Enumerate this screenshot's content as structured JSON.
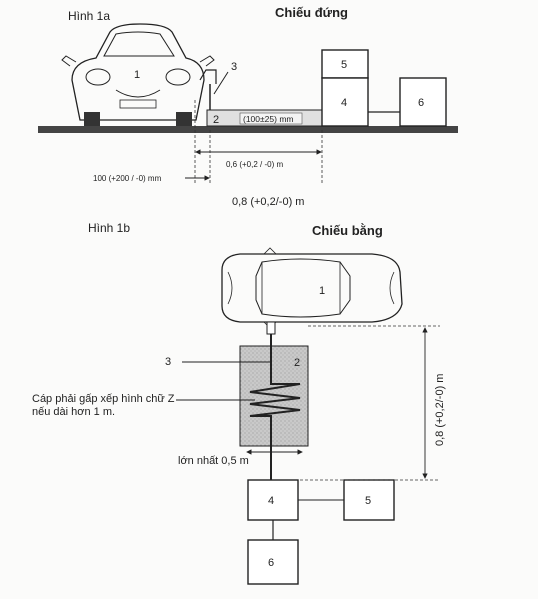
{
  "figure_a": {
    "title": "Hình 1a",
    "heading": "Chiếu đứng",
    "labels": {
      "car": "1",
      "mat": "2",
      "cable": "3",
      "box_top": "5",
      "box_mid": "4",
      "box_right": "6"
    },
    "mat_height": "(100±25) mm",
    "dim_offset": "100 (+200 / -0) mm",
    "dim_mat": "0,6 (+0,2 / -0) m",
    "dim_total": "0,8 (+0,2/-0) m"
  },
  "figure_b": {
    "title": "Hình 1b",
    "heading": "Chiếu bằng",
    "labels": {
      "car": "1",
      "cable": "3",
      "mat": "2",
      "box_bottom": "4",
      "box_right": "5",
      "box_last": "6"
    },
    "note_line1": "Cáp phải gấp xếp hình chữ Z",
    "note_line2": "nếu dài hơn 1 m.",
    "width_note": "lớn nhất 0,5 m",
    "dim_vertical": "0,8 (+0,2/-0) m"
  }
}
